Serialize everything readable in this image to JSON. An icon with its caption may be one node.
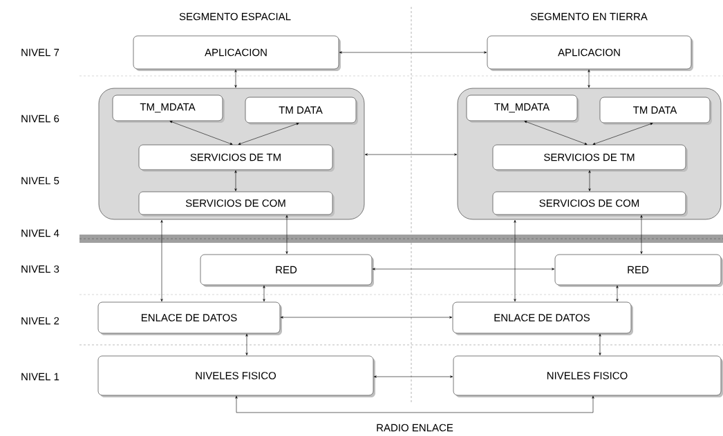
{
  "diagram": {
    "nodes": [
      {
        "text": [
          "APLICACION"
        ]
      },
      {
        "text": [
          "APLICACION"
        ]
      },
      {
        "text": [],
        "shape": "box"
      },
      {
        "text": [
          "TM_MDATA"
        ],
        "in": 2
      },
      {
        "text": [
          "TM DATA"
        ],
        "in": 2
      },
      {
        "text": [
          "SERVICIOS DE TM"
        ],
        "in": 2
      },
      {
        "text": [
          "SERVICIOS DE COM"
        ],
        "in": 2
      },
      {
        "text": [],
        "shape": "box"
      },
      {
        "text": [
          "TM_MDATA"
        ],
        "in": 7
      },
      {
        "text": [
          "TM DATA"
        ],
        "in": 7
      },
      {
        "text": [
          "SERVICIOS DE TM"
        ],
        "in": 7
      },
      {
        "text": [
          "SERVICIOS DE COM"
        ],
        "in": 7
      },
      {
        "text": [
          "RED"
        ]
      },
      {
        "text": [
          "RED"
        ]
      },
      {
        "text": [
          "ENLACE DE DATOS"
        ]
      },
      {
        "text": [
          "ENLACE DE DATOS"
        ]
      },
      {
        "text": [
          "NIVELES FISICO"
        ]
      },
      {
        "text": [
          "NIVELES FISICO"
        ]
      }
    ],
    "edges": [
      {
        "from": 0,
        "to": 1,
        "arrow": "both"
      },
      {
        "from": 0,
        "to": 2,
        "arrow": "both"
      },
      {
        "from": 1,
        "to": 7,
        "arrow": "both"
      },
      {
        "from": 3,
        "to": 5,
        "arrow": "both"
      },
      {
        "from": 4,
        "to": 5,
        "arrow": "both"
      },
      {
        "from": 5,
        "to": 6,
        "arrow": "both"
      },
      {
        "from": 2,
        "to": 7,
        "arrow": "both"
      },
      {
        "from": 8,
        "to": 10,
        "arrow": "both"
      },
      {
        "from": 9,
        "to": 10,
        "arrow": "both"
      },
      {
        "from": 10,
        "to": 11,
        "arrow": "both"
      },
      {
        "from": 6,
        "to": 12,
        "arrow": "both"
      },
      {
        "from": 2,
        "to": 14,
        "arrow": "both"
      },
      {
        "from": 12,
        "to": 14,
        "arrow": "both"
      },
      {
        "from": 12,
        "to": 13,
        "arrow": "both"
      },
      {
        "from": 11,
        "to": 13,
        "arrow": "both"
      },
      {
        "from": 7,
        "to": 15,
        "arrow": "both"
      },
      {
        "from": 13,
        "to": 15,
        "arrow": "both"
      },
      {
        "from": 14,
        "to": 15,
        "arrow": "both"
      },
      {
        "from": 14,
        "to": 16,
        "arrow": "both"
      },
      {
        "from": 15,
        "to": 17,
        "arrow": "both"
      },
      {
        "from": 16,
        "to": 17,
        "arrow": "both"
      },
      {
        "from": 16,
        "to": 17,
        "arrow": "both",
        "label": "RADIO ENLACE"
      }
    ],
    "labels": [
      "SEGMENTO ESPACIAL",
      "SEGMENTO EN TIERRA",
      "NIVEL 7",
      "NIVEL 6",
      "NIVEL 5",
      "NIVEL 4",
      "NIVEL 3",
      "NIVEL 2",
      "NIVEL 1"
    ]
  }
}
